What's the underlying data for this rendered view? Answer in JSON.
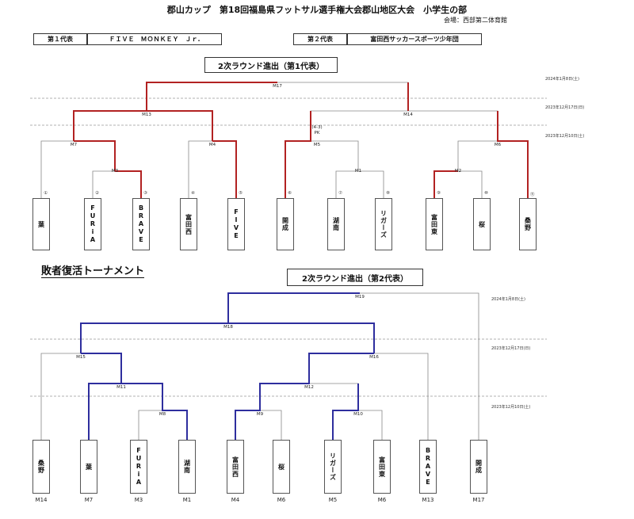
{
  "header": {
    "title": "郡山カップ　第18回福島県フットサル選手権大会郡山地区大会　小学生の部",
    "venue": "会場：西部第二体育館",
    "rep1_label": "第１代表",
    "rep1_value": "ＦＩＶＥ　ＭＯＮＫＥＹ　Ｊｒ.",
    "rep2_label": "第２代表",
    "rep2_value": "富田西サッカースポーツ少年団"
  },
  "main_bracket": {
    "banner": "2次ラウンド進出（第1代表）",
    "dates": [
      "2024年1月8日(土)",
      "2023年12月17日(日)",
      "2023年12月10日(土)"
    ],
    "teams": [
      {
        "no": "①",
        "name": "葉"
      },
      {
        "no": "②",
        "name": "FURiA"
      },
      {
        "no": "③",
        "name": "BRAVE"
      },
      {
        "no": "④",
        "name": "富田西"
      },
      {
        "no": "⑤",
        "name": "FIVE"
      },
      {
        "no": "⑥",
        "name": "開成"
      },
      {
        "no": "⑦",
        "name": "湖南"
      },
      {
        "no": "⑧",
        "name": "リガーズ"
      },
      {
        "no": "⑨",
        "name": "富田東"
      },
      {
        "no": "⑩",
        "name": "桜"
      },
      {
        "no": "⑪",
        "name": "桑野"
      }
    ],
    "matches": [
      "M17",
      "M13",
      "M14",
      "M7",
      "M3",
      "M4",
      "M5",
      "M1",
      "M6",
      "M2"
    ],
    "pk_note": "(4-3)",
    "pk_label": "PK"
  },
  "consolation": {
    "title": "敗者復活トーナメント",
    "banner": "2次ラウンド進出（第2代表）",
    "dates": [
      "2024年1月8日(土)",
      "2023年12月17日(日)",
      "2023年12月10日(土)"
    ],
    "teams": [
      "桑野",
      "葉",
      "FURiA",
      "湖南",
      "富田西",
      "桜",
      "リガーズ",
      "富田東",
      "BRAVE",
      "開成"
    ],
    "bottom_labels": [
      "M14",
      "M7",
      "M3",
      "M1",
      "M4",
      "M6",
      "M5",
      "M6",
      "M13",
      "M17"
    ],
    "matches": [
      "M19",
      "M18",
      "M15",
      "M16",
      "M11",
      "M12",
      "M8",
      "M9",
      "M10"
    ]
  },
  "colors": {
    "win_main": "#b22222",
    "win_cons": "#2e2e9e",
    "line": "#888888",
    "dash": "#999999"
  }
}
